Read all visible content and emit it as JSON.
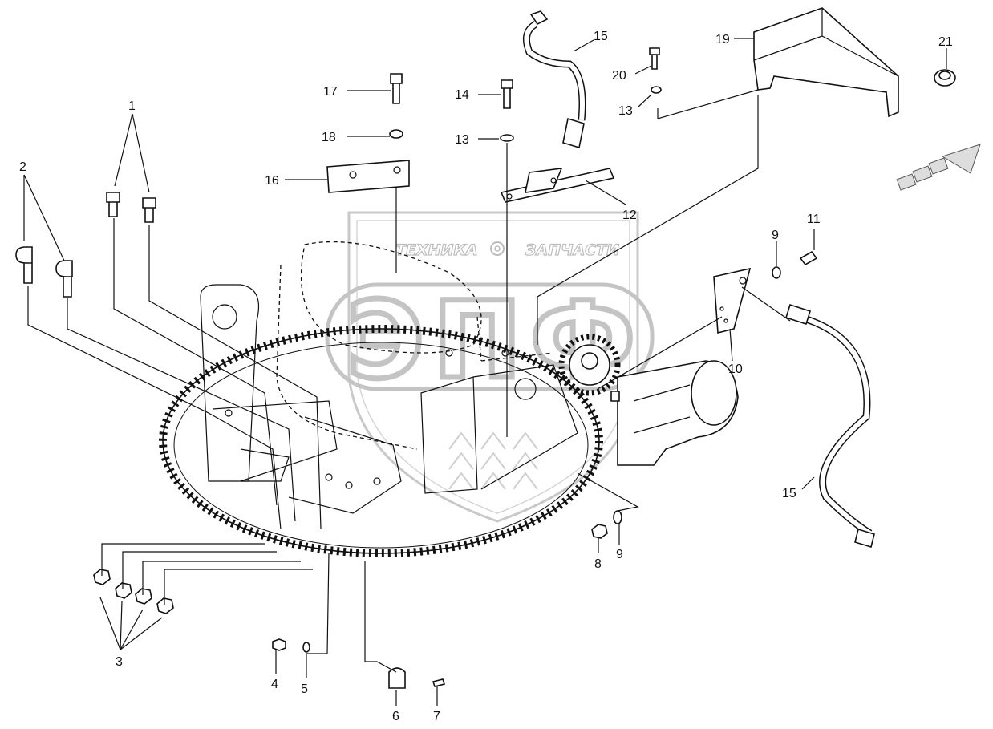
{
  "watermark": {
    "text_left": "ТЕХНИКА",
    "text_right": "ЗАПЧАСТИ",
    "logo_letters": "ЭПФ"
  },
  "callouts": [
    {
      "id": "c1",
      "label": "1"
    },
    {
      "id": "c2",
      "label": "2"
    },
    {
      "id": "c3",
      "label": "3"
    },
    {
      "id": "c4",
      "label": "4"
    },
    {
      "id": "c5",
      "label": "5"
    },
    {
      "id": "c6",
      "label": "6"
    },
    {
      "id": "c7",
      "label": "7"
    },
    {
      "id": "c8",
      "label": "8"
    },
    {
      "id": "c9a",
      "label": "9"
    },
    {
      "id": "c9b",
      "label": "9"
    },
    {
      "id": "c10",
      "label": "10"
    },
    {
      "id": "c11",
      "label": "11"
    },
    {
      "id": "c12",
      "label": "12"
    },
    {
      "id": "c13a",
      "label": "13"
    },
    {
      "id": "c13b",
      "label": "13"
    },
    {
      "id": "c14",
      "label": "14"
    },
    {
      "id": "c15a",
      "label": "15"
    },
    {
      "id": "c15b",
      "label": "15"
    },
    {
      "id": "c16",
      "label": "16"
    },
    {
      "id": "c17",
      "label": "17"
    },
    {
      "id": "c18",
      "label": "18"
    },
    {
      "id": "c19",
      "label": "19"
    },
    {
      "id": "c20",
      "label": "20"
    },
    {
      "id": "c21",
      "label": "21"
    }
  ],
  "colors": {
    "ink": "#111111",
    "watermark": "#c4c4c4",
    "background": "#ffffff"
  },
  "icons": [
    "direction-arrow-icon",
    "gear-logo-icon"
  ]
}
